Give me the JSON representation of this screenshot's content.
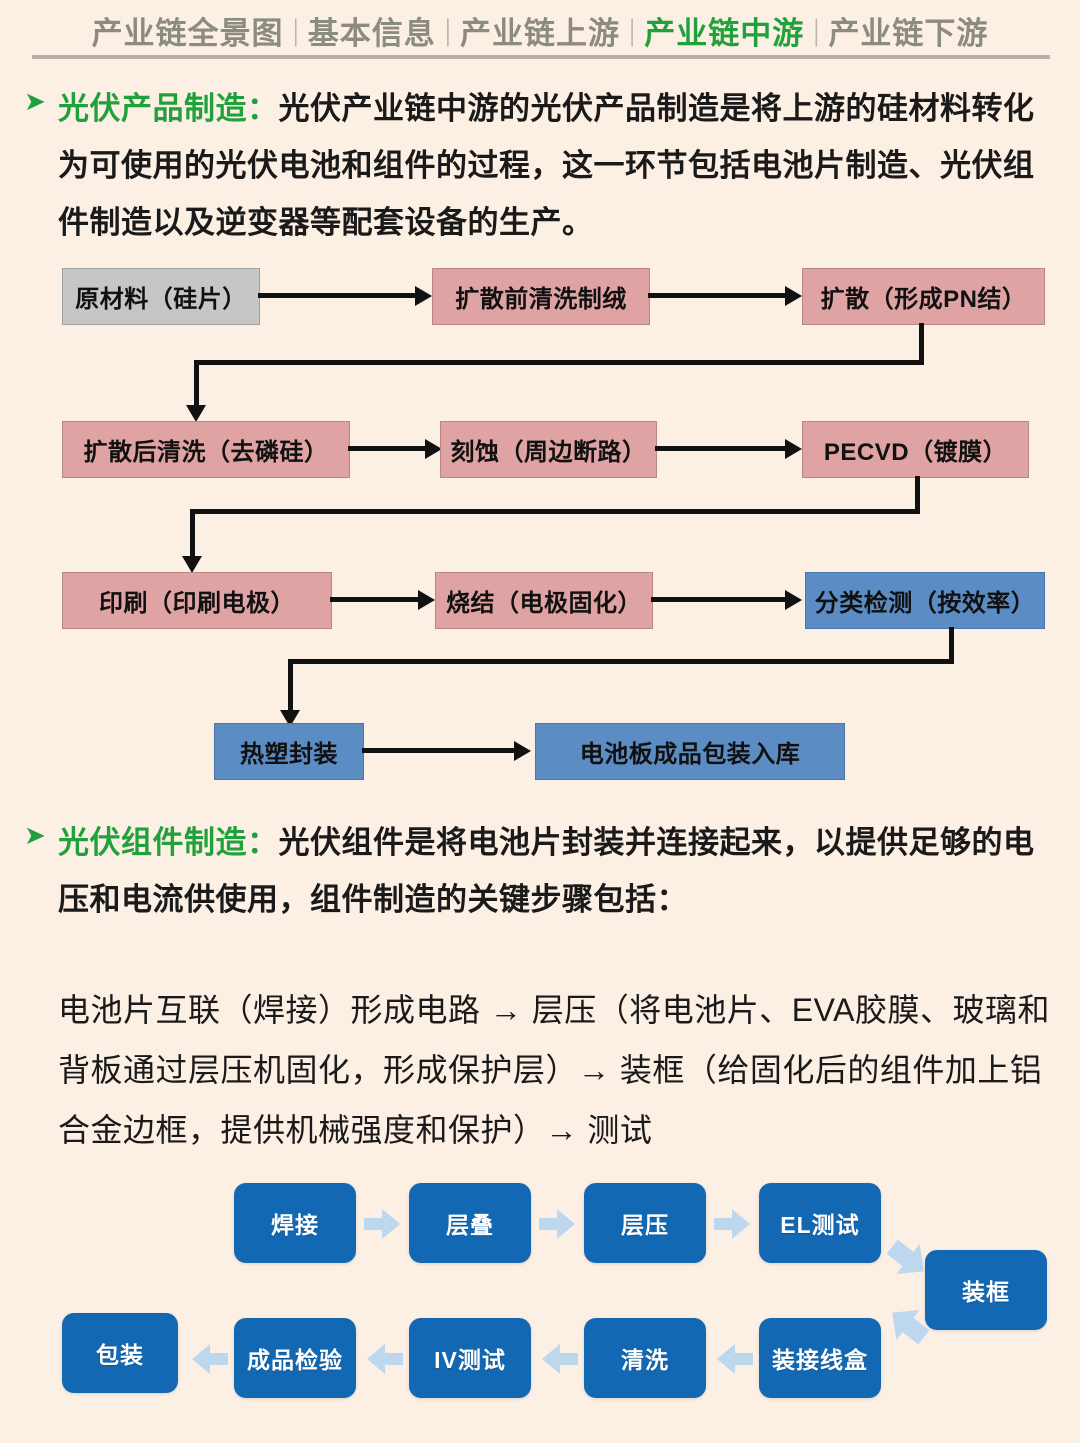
{
  "header": {
    "items": [
      {
        "label": "产业链全景图",
        "active": false
      },
      {
        "label": "基本信息",
        "active": false
      },
      {
        "label": "产业链上游",
        "active": false
      },
      {
        "label": "产业链中游",
        "active": true
      },
      {
        "label": "产业链下游",
        "active": false
      }
    ],
    "separator": "|"
  },
  "sections": {
    "product_mfg": {
      "bullet_glyph": "➤",
      "keyword": "光伏产品制造：",
      "body": "光伏产业链中游的光伏产品制造是将上游的硅材料转化为可使用的光伏电池和组件的过程，这一环节包括电池片制造、光伏组件制造以及逆变器等配套设备的生产。"
    },
    "module_mfg": {
      "bullet_glyph": "➤",
      "keyword": "光伏组件制造：",
      "body": "光伏组件是将电池片封装并连接起来，以提供足够的电压和电流供使用，组件制造的关键步骤包括："
    },
    "steps_text": "电池片互联（焊接）形成电路 → 层压（将电池片、EVA胶膜、玻璃和背板通过层压机固化，形成保护层）→ 装框（给固化后的组件加上铝合金边框，提供机械强度和保护）→ 测试"
  },
  "cell_flow": {
    "nodes": [
      {
        "id": "raw",
        "label": "原材料（硅片）",
        "color": "gray"
      },
      {
        "id": "preclean",
        "label": "扩散前清洗制绒",
        "color": "pink"
      },
      {
        "id": "diffusion",
        "label": "扩散（形成PN结）",
        "color": "pink"
      },
      {
        "id": "postclean",
        "label": "扩散后清洗（去磷硅）",
        "color": "pink"
      },
      {
        "id": "etch",
        "label": "刻蚀（周边断路）",
        "color": "pink"
      },
      {
        "id": "pecvd",
        "label": "PECVD（镀膜）",
        "color": "pink"
      },
      {
        "id": "print",
        "label": "印刷（印刷电极）",
        "color": "pink"
      },
      {
        "id": "sinter",
        "label": "烧结（电极固化）",
        "color": "pink"
      },
      {
        "id": "sort",
        "label": "分类检测（按效率）",
        "color": "blue"
      },
      {
        "id": "laminate",
        "label": "热塑封装",
        "color": "blue"
      },
      {
        "id": "packing",
        "label": "电池板成品包装入库",
        "color": "blue"
      }
    ],
    "colors": {
      "gray": "#c6c6c6",
      "pink": "#e0a3a3",
      "blue": "#5b8cc4"
    }
  },
  "module_flow": {
    "top_row": [
      "焊接",
      "层叠",
      "层压",
      "EL测试"
    ],
    "corner": "装框",
    "bottom_row": [
      "包装",
      "成品检验",
      "IV测试",
      "清洗",
      "装接线盒"
    ],
    "box_color": "#1268b3",
    "arrow_color": "#bdd7ef"
  }
}
